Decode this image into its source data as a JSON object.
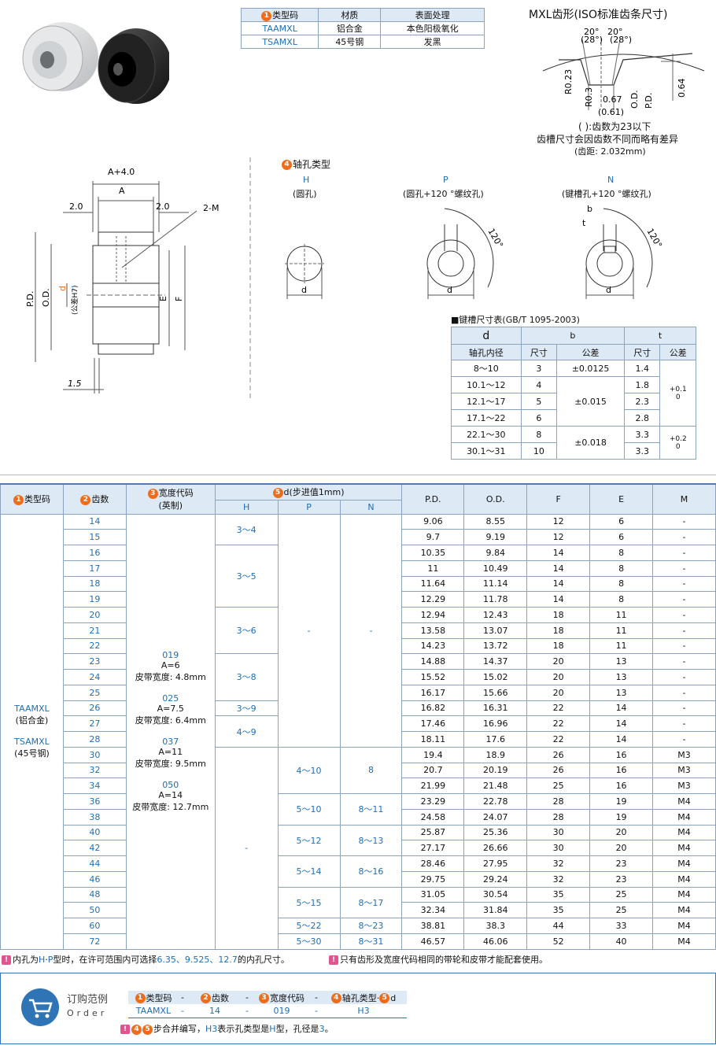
{
  "materials": {
    "headers": [
      "类型码",
      "材质",
      "表面处理"
    ],
    "rows": [
      [
        "TAAMXL",
        "铝合金",
        "本色阳极氧化"
      ],
      [
        "TSAMXL",
        "45号钢",
        "发黑"
      ]
    ]
  },
  "tooth": {
    "title": "MXL齿形(ISO标准齿条尺寸)",
    "ang1": "20°",
    "ang2": "20°",
    "ang1b": "(28°)",
    "ang2b": "(28°)",
    "r1": "R0.23",
    "r2": "R0.3",
    "od": "O.D.",
    "pd": "P.D.",
    "h064": "0.64",
    "w067": "0.67",
    "w061": "(0.61)",
    "note1": "( ):齿数为23以下",
    "note2": "齿槽尺寸会因齿数不同而略有差异",
    "note3": "(齿距: 2.032mm)"
  },
  "dims": {
    "a4": "A+4.0",
    "a": "A",
    "l20": "2.0",
    "r20": "2.0",
    "m": "2-M",
    "pd": "P.D.",
    "od": "O.D.",
    "d": "d",
    "tol": "(公差H7)",
    "e": "E",
    "f": "F",
    "t15": "1.5"
  },
  "bore": {
    "title": "轴孔类型",
    "h": "H",
    "h_desc": "(圆孔)",
    "p": "P",
    "p_desc": "(圆孔+120 °螺纹孔)",
    "n": "N",
    "n_desc": "(键槽孔+120 °螺纹孔)",
    "d": "d",
    "b": "b",
    "t": "t",
    "deg": "120°"
  },
  "keyway": {
    "title": "键槽尺寸表(GB/T 1095-2003)",
    "h_d": "d",
    "h_b": "b",
    "h_t": "t",
    "h_bore": "轴孔内径",
    "h_size": "尺寸",
    "h_tol": "公差",
    "h_size2": "尺寸",
    "h_tol2": "公差",
    "rows": [
      [
        "8～10",
        "3",
        "±0.0125",
        "1.4"
      ],
      [
        "10.1～12",
        "4",
        "",
        "1.8"
      ],
      [
        "12.1～17",
        "5",
        "±0.015",
        "2.3"
      ],
      [
        "17.1～22",
        "6",
        "",
        "2.8"
      ],
      [
        "22.1～30",
        "8",
        "",
        "3.3"
      ],
      [
        "30.1～31",
        "10",
        "±0.018",
        "3.3"
      ]
    ],
    "tt1a": "+0.1",
    "tt1b": "0",
    "tt2a": "+0.2",
    "tt2b": "0"
  },
  "main": {
    "h_type": "类型码",
    "h_teeth": "齿数",
    "h_width": "宽度代码",
    "h_width2": "(英制)",
    "h_d": "d(步进值1mm)",
    "h_H": "H",
    "h_P": "P",
    "h_N": "N",
    "h_pd": "P.D.",
    "h_od": "O.D.",
    "h_f": "F",
    "h_e": "E",
    "h_m": "M",
    "type1": "TAAMXL",
    "type1b": "(铝合金)",
    "type2": "TSAMXL",
    "type2b": "(45号钢)",
    "w1": "019",
    "w1a": "A=6",
    "w1b": "皮带宽度: 4.8mm",
    "w2": "025",
    "w2a": "A=7.5",
    "w2b": "皮带宽度: 6.4mm",
    "w3": "037",
    "w3a": "A=11",
    "w3b": "皮带宽度: 9.5mm",
    "w4": "050",
    "w4a": "A=14",
    "w4b": "皮带宽度: 12.7mm",
    "H": [
      "3～4",
      "3～5",
      "3～6",
      "3～8",
      "3～9",
      "4～9",
      "-"
    ],
    "P": [
      "-",
      "4～10",
      "5～10",
      "5～12",
      "5～14",
      "5～15",
      "5～22",
      "5～30"
    ],
    "N": [
      "-",
      "8",
      "8～11",
      "8～13",
      "8～16",
      "8～17",
      "8～23",
      "8～31"
    ],
    "rows": [
      [
        "14",
        "9.06",
        "8.55",
        "12",
        "6",
        "-"
      ],
      [
        "15",
        "9.7",
        "9.19",
        "12",
        "6",
        "-"
      ],
      [
        "16",
        "10.35",
        "9.84",
        "14",
        "8",
        "-"
      ],
      [
        "17",
        "11",
        "10.49",
        "14",
        "8",
        "-"
      ],
      [
        "18",
        "11.64",
        "11.14",
        "14",
        "8",
        "-"
      ],
      [
        "19",
        "12.29",
        "11.78",
        "14",
        "8",
        "-"
      ],
      [
        "20",
        "12.94",
        "12.43",
        "18",
        "11",
        "-"
      ],
      [
        "21",
        "13.58",
        "13.07",
        "18",
        "11",
        "-"
      ],
      [
        "22",
        "14.23",
        "13.72",
        "18",
        "11",
        "-"
      ],
      [
        "23",
        "14.88",
        "14.37",
        "20",
        "13",
        "-"
      ],
      [
        "24",
        "15.52",
        "15.02",
        "20",
        "13",
        "-"
      ],
      [
        "25",
        "16.17",
        "15.66",
        "20",
        "13",
        "-"
      ],
      [
        "26",
        "16.82",
        "16.31",
        "22",
        "14",
        "-"
      ],
      [
        "27",
        "17.46",
        "16.96",
        "22",
        "14",
        "-"
      ],
      [
        "28",
        "18.11",
        "17.6",
        "22",
        "14",
        "-"
      ],
      [
        "30",
        "19.4",
        "18.9",
        "26",
        "16",
        "M3"
      ],
      [
        "32",
        "20.7",
        "20.19",
        "26",
        "16",
        "M3"
      ],
      [
        "34",
        "21.99",
        "21.48",
        "25",
        "16",
        "M3"
      ],
      [
        "36",
        "23.29",
        "22.78",
        "28",
        "19",
        "M4"
      ],
      [
        "38",
        "24.58",
        "24.07",
        "28",
        "19",
        "M4"
      ],
      [
        "40",
        "25.87",
        "25.36",
        "30",
        "20",
        "M4"
      ],
      [
        "42",
        "27.17",
        "26.66",
        "30",
        "20",
        "M4"
      ],
      [
        "44",
        "28.46",
        "27.95",
        "32",
        "23",
        "M4"
      ],
      [
        "46",
        "29.75",
        "29.24",
        "32",
        "23",
        "M4"
      ],
      [
        "48",
        "31.05",
        "30.54",
        "35",
        "25",
        "M4"
      ],
      [
        "50",
        "32.34",
        "31.84",
        "35",
        "25",
        "M4"
      ],
      [
        "60",
        "38.81",
        "38.3",
        "44",
        "33",
        "M4"
      ],
      [
        "72",
        "46.57",
        "46.06",
        "52",
        "40",
        "M4"
      ]
    ]
  },
  "notes": {
    "n1a": "内孔为",
    "n1b": "H",
    "n1c": "·",
    "n1d": "P",
    "n1e": "型时，在许可范围内可选择",
    "n1f": "6.35、9.525、12.7",
    "n1g": "的内孔尺寸。",
    "n2": "只有齿形及宽度代码相同的带轮和皮带才能配套使用。"
  },
  "order": {
    "title": "订购范例",
    "sub": "Order",
    "h1": "类型码",
    "h2": "齿数",
    "h3": "宽度代码",
    "h4": "轴孔类型·",
    "h5": "d",
    "dash": "-",
    "v1": "TAAMXL",
    "v2": "14",
    "v3": "019",
    "v4": "H3",
    "note_a": "步合并编写，",
    "note_b": "H3",
    "note_c": "表示孔类型是",
    "note_d": "H",
    "note_e": "型，孔径是",
    "note_f": "3",
    "note_g": "。"
  },
  "colors": {
    "accent": "#ef6c1a",
    "blue": "#1d6fb8",
    "header": "#dde9f5",
    "border": "#8aa4bf"
  }
}
